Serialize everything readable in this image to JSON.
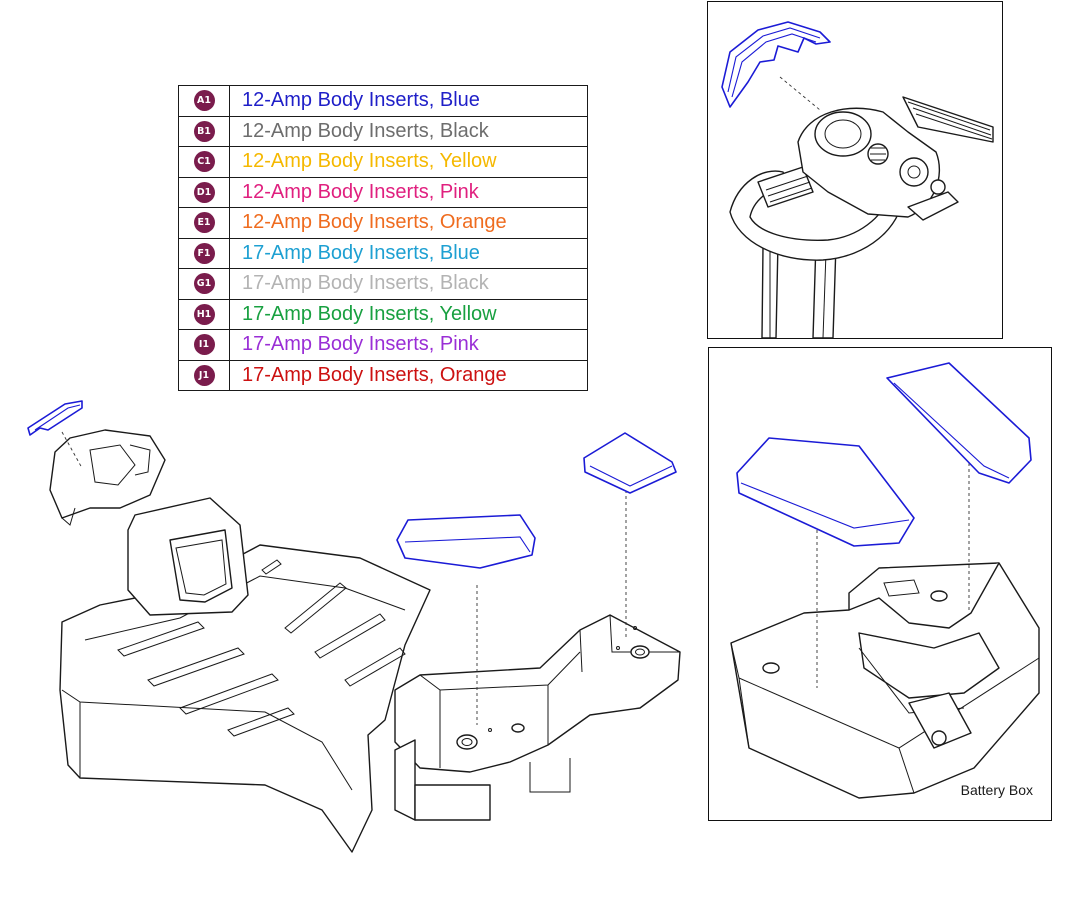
{
  "legend": [
    {
      "code": "A1",
      "label": "12-Amp Body Inserts, Blue",
      "color": "#1f1fc8"
    },
    {
      "code": "B1",
      "label": "12-Amp Body Inserts, Black",
      "color": "#6d6d6d"
    },
    {
      "code": "C1",
      "label": "12-Amp Body Inserts, Yellow",
      "color": "#f5b800"
    },
    {
      "code": "D1",
      "label": "12-Amp Body Inserts, Pink",
      "color": "#e0207f"
    },
    {
      "code": "E1",
      "label": "12-Amp Body Inserts, Orange",
      "color": "#ef6c1f"
    },
    {
      "code": "F1",
      "label": "17-Amp Body Inserts, Blue",
      "color": "#1ea0d2"
    },
    {
      "code": "G1",
      "label": "17-Amp Body Inserts, Black",
      "color": "#b3b3b3"
    },
    {
      "code": "H1",
      "label": "17-Amp Body Inserts, Yellow",
      "color": "#18a040"
    },
    {
      "code": "I1",
      "label": "17-Amp Body Inserts, Pink",
      "color": "#9a2ed6"
    },
    {
      "code": "J1",
      "label": "17-Amp Body Inserts, Orange",
      "color": "#cc1111"
    }
  ],
  "battery_box_caption": "Battery Box",
  "colors": {
    "badge": "#7a1c4c",
    "insert_outline": "#1b1bd6",
    "line_art": "#1a1a1a"
  }
}
